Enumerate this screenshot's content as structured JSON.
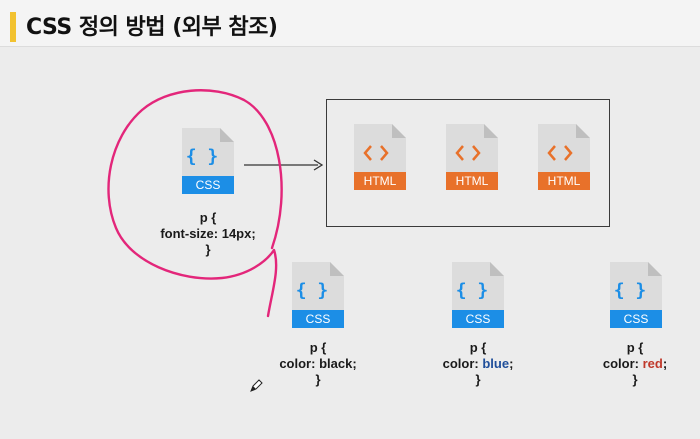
{
  "slide": {
    "title": "CSS 정의 방법 (외부 참조)"
  },
  "css_icon_label": "CSS",
  "html_icon_label": "HTML",
  "main_css": {
    "line1": "p {",
    "line2": "font-size: 14px;",
    "line3": "}"
  },
  "css_black": {
    "line1": "p {",
    "line2_prefix": "color: ",
    "value": "black",
    "line2_suffix": ";",
    "line3": "}"
  },
  "css_blue": {
    "line1": "p {",
    "line2_prefix": "color: ",
    "value": "blue",
    "line2_suffix": ";",
    "line3": "}"
  },
  "css_red": {
    "line1": "p {",
    "line2_prefix": "color: ",
    "value": "red",
    "line2_suffix": ";",
    "line3": "}"
  },
  "colors": {
    "css_blue": "#1c8ee6",
    "html_orange": "#e8712a",
    "file_body": "#dcdcdc",
    "highlight_pink": "#e3267a",
    "accent_yellow": "#f2c230"
  }
}
